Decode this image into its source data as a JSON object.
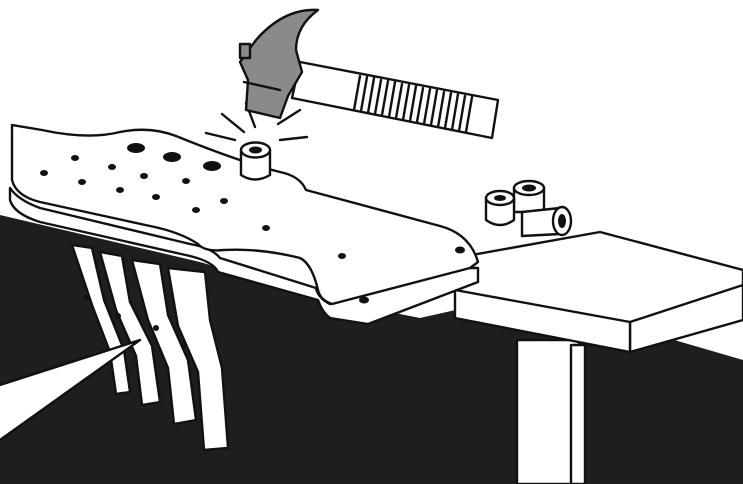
{
  "scene": {
    "colors": {
      "background": "#ffffff",
      "ink": "#111111",
      "shadow": "#1e1e1e",
      "hammer_head": "#8a8a8a",
      "fitting_gray": "#bdbdbd"
    },
    "objects": [
      "workbench-table",
      "mounting-plate",
      "hammer-icon",
      "impact-lines",
      "bushing-being-pressed",
      "loose-fittings-cluster",
      "hanging-brackets",
      "callout-pointer"
    ]
  }
}
